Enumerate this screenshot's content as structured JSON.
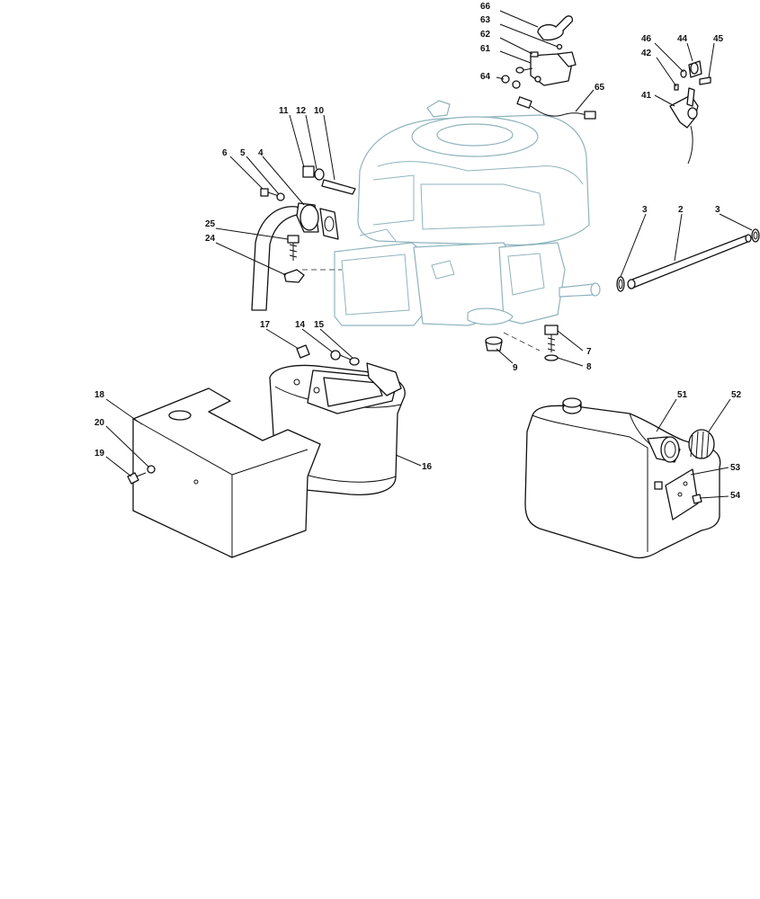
{
  "callouts": [
    {
      "id": "c66",
      "text": "66"
    },
    {
      "id": "c63",
      "text": "63"
    },
    {
      "id": "c62",
      "text": "62"
    },
    {
      "id": "c61",
      "text": "61"
    },
    {
      "id": "c64",
      "text": "64"
    },
    {
      "id": "c65",
      "text": "65"
    },
    {
      "id": "c46",
      "text": "46"
    },
    {
      "id": "c44",
      "text": "44"
    },
    {
      "id": "c45",
      "text": "45"
    },
    {
      "id": "c42",
      "text": "42"
    },
    {
      "id": "c41",
      "text": "41"
    },
    {
      "id": "c11",
      "text": "11"
    },
    {
      "id": "c12",
      "text": "12"
    },
    {
      "id": "c10",
      "text": "10"
    },
    {
      "id": "c6",
      "text": "6"
    },
    {
      "id": "c5",
      "text": "5"
    },
    {
      "id": "c4",
      "text": "4"
    },
    {
      "id": "c25",
      "text": "25"
    },
    {
      "id": "c24",
      "text": "24"
    },
    {
      "id": "c3a",
      "text": "3"
    },
    {
      "id": "c2",
      "text": "2"
    },
    {
      "id": "c3b",
      "text": "3"
    },
    {
      "id": "c17",
      "text": "17"
    },
    {
      "id": "c14",
      "text": "14"
    },
    {
      "id": "c15",
      "text": "15"
    },
    {
      "id": "c7",
      "text": "7"
    },
    {
      "id": "c9",
      "text": "9"
    },
    {
      "id": "c8",
      "text": "8"
    },
    {
      "id": "c18",
      "text": "18"
    },
    {
      "id": "c20",
      "text": "20"
    },
    {
      "id": "c19",
      "text": "19"
    },
    {
      "id": "c16",
      "text": "16"
    },
    {
      "id": "c51",
      "text": "51"
    },
    {
      "id": "c52",
      "text": "52"
    },
    {
      "id": "c53",
      "text": "53"
    },
    {
      "id": "c54",
      "text": "54"
    }
  ],
  "colors": {
    "ink": "#111111",
    "engine_ghost": "#8fb3bd",
    "background": "#ffffff"
  }
}
